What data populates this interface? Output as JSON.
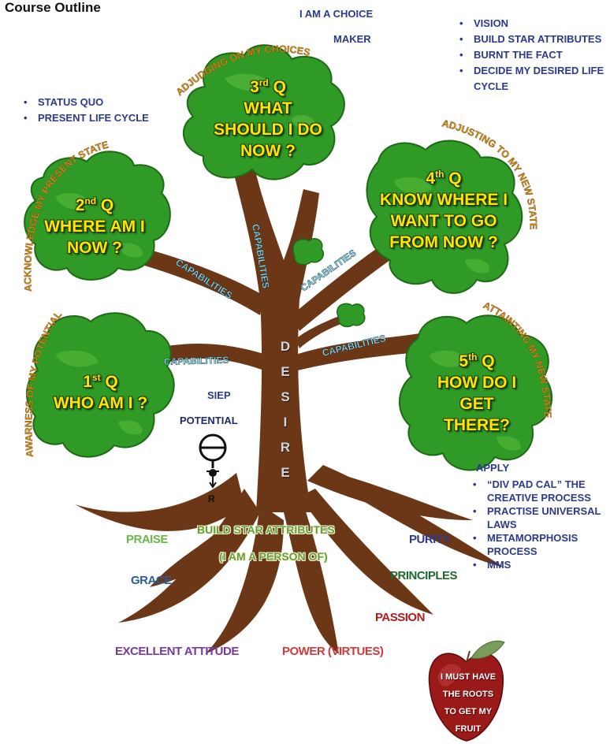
{
  "title": "Course Outline",
  "notes": {
    "choice_line1": "I AM A CHOICE",
    "choice_line2": "MAKER",
    "vision_list": [
      "VISION",
      "BUILD STAR ATTRIBUTES",
      "BURNT THE FACT",
      "DECIDE MY DESIRED LIFE CYCLE"
    ],
    "status_list": [
      "STATUS QUO",
      "PRESENT LIFE CYCLE"
    ],
    "siep": "SIEP",
    "potential": "POTENTIAL",
    "r_label": "R",
    "apply_heading": "APPLY",
    "apply_list": [
      "“DIV PAD CAL” THE CREATIVE PROCESS",
      "PRACTISE UNIVERSAL LAWS",
      "METAMORPHOSIS PROCESS",
      "MMS"
    ]
  },
  "questions": [
    {
      "num": "1",
      "suffix": "st",
      "label": "Q",
      "lines": [
        "WHO AM I ?"
      ]
    },
    {
      "num": "2",
      "suffix": "nd",
      "label": "Q",
      "lines": [
        "WHERE AM I",
        "NOW ?"
      ]
    },
    {
      "num": "3",
      "suffix": "rd",
      "label": "Q",
      "lines": [
        "WHAT",
        "SHOULD I DO",
        "NOW ?"
      ]
    },
    {
      "num": "4",
      "suffix": "th",
      "label": "Q",
      "lines": [
        "KNOW WHERE I",
        "WANT TO GO",
        "FROM NOW ?"
      ]
    },
    {
      "num": "5",
      "suffix": "th",
      "label": "Q",
      "lines": [
        "HOW DO I",
        "GET",
        "THERE?"
      ]
    }
  ],
  "arcs": {
    "adjudging": "ADJUDGING ON MY CHOICES",
    "acknowledge": "ACKNOWLEDGE MY PRESENT STATE",
    "adjusting": "ADJUSTING TO MY NEW STATE",
    "awareness": "AWARNESS OF MY POTENTIAL",
    "attaining": "ATTAINTING MY NEW STATE"
  },
  "capabilities": "CAPABILITIES",
  "trunk_word": [
    "D",
    "E",
    "S",
    "I",
    "R",
    "E"
  ],
  "roots": {
    "star_line1": "BUILD STAR ATTRIBUTES",
    "star_line2": "(I AM A PERSON OF)",
    "praise": "PRAISE",
    "grace": "GRACE",
    "purity": "PURITY",
    "principles": "PRINCIPLES",
    "passion": "PASSION",
    "excellent": "EXCELLENT ATTITUDE",
    "power": "POWER (VIRTUES)"
  },
  "apple": [
    "I MUST HAVE",
    "THE ROOTS",
    "TO GET MY",
    "FRUIT"
  ],
  "colors": {
    "foliage": "#2f9a25",
    "foliage_light": "#5fbf3f",
    "trunk": "#6b3716",
    "question_text": "#ffe400",
    "arc_text": "#c8901d",
    "note_blue": "#2d3a8c",
    "praise": "#6ab84a",
    "grace": "#2a5c9a",
    "purity": "#2d3a8c",
    "principles": "#1e6a2a",
    "passion": "#b01c1c",
    "excellent": "#7a3a9a",
    "power": "#d23a3a",
    "apple": "#9a1a1a"
  }
}
